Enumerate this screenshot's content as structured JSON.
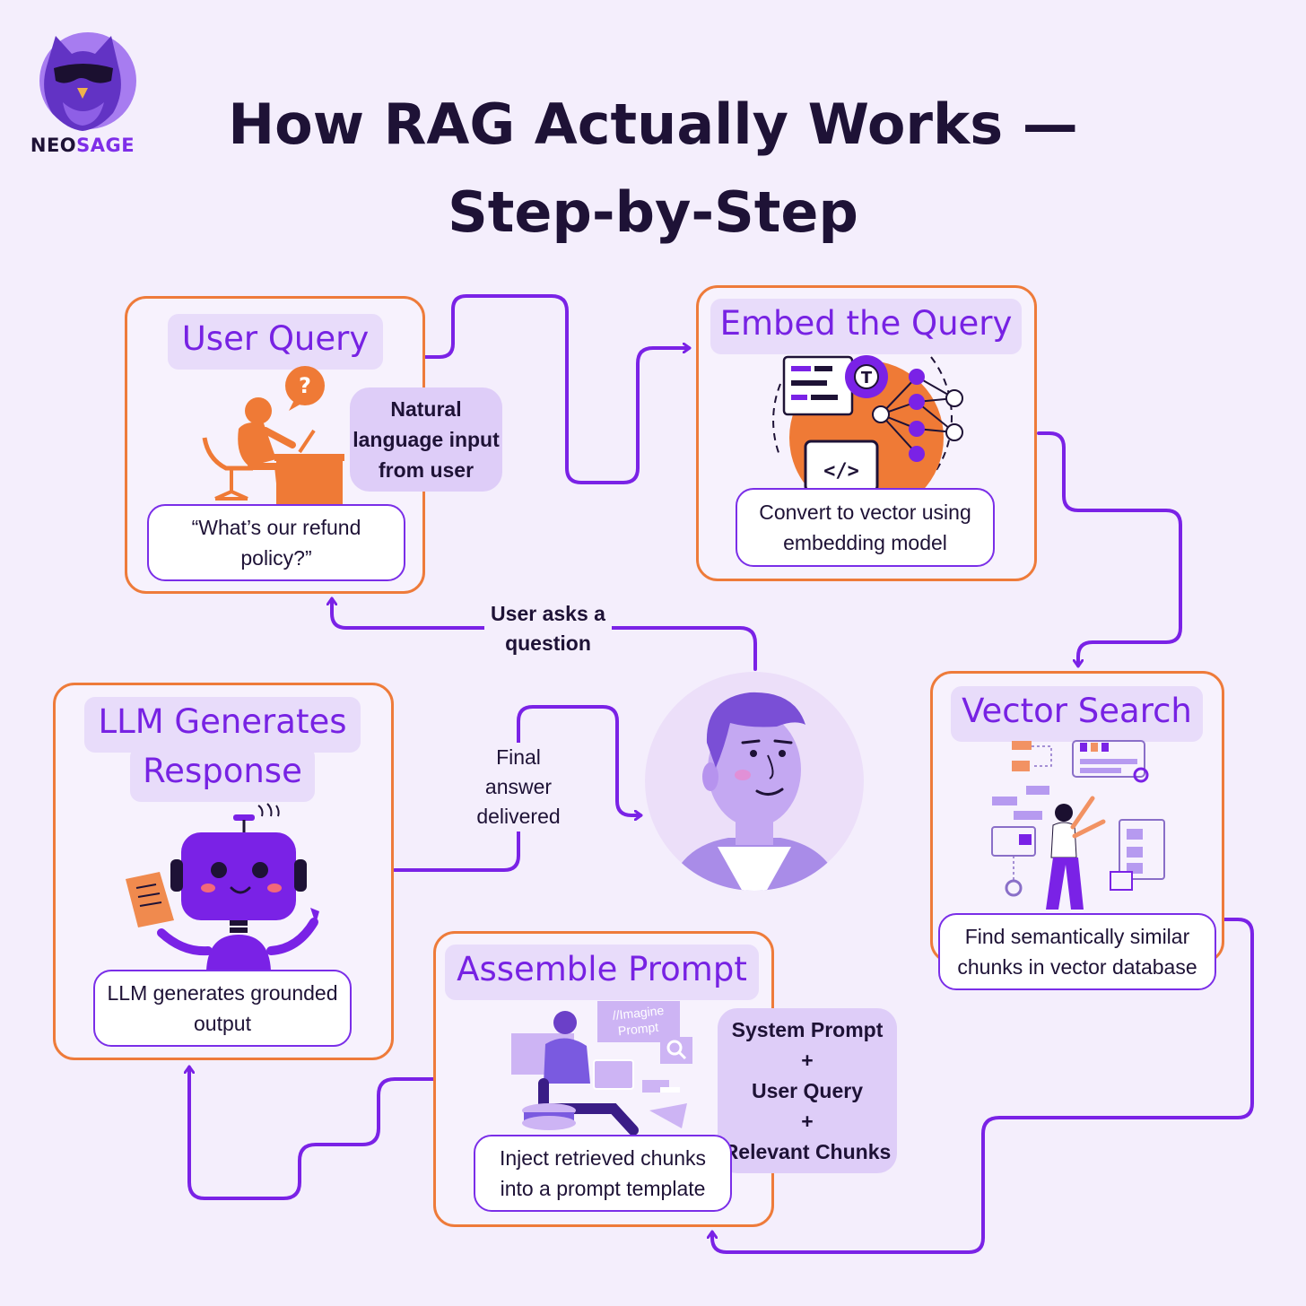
{
  "brand": {
    "name_part1": "NEO",
    "name_part2": "SAGE"
  },
  "title": {
    "line1": "How RAG Actually Works —",
    "line2": "Step-by-Step"
  },
  "steps": {
    "user_query": {
      "label": "User Query",
      "side_note": [
        "Natural",
        "language input",
        "from user"
      ],
      "description": "“What’s our refund policy?”"
    },
    "embed": {
      "label": "Embed the Query",
      "description": "Convert to vector using embedding model"
    },
    "vector_search": {
      "label": "Vector Search",
      "description": "Find semantically similar chunks in vector database"
    },
    "assemble": {
      "label": "Assemble Prompt",
      "illustration_text": [
        "//Imagine",
        "Prompt"
      ],
      "side_note": [
        "System Prompt",
        "+",
        "User Query",
        "+",
        "Relevant Chunks"
      ],
      "description": "Inject retrieved chunks into a prompt template"
    },
    "llm": {
      "label_line1": "LLM Generates",
      "label_line2": "Response",
      "description": "LLM generates grounded output"
    }
  },
  "edges": {
    "user_asks": "User asks a question",
    "final_answer": "Final answer delivered"
  },
  "colors": {
    "background": "#f4eefc",
    "accent_purple": "#7a22e6",
    "border_orange": "#ee7b3a",
    "label_bg": "#e8dcfa"
  }
}
